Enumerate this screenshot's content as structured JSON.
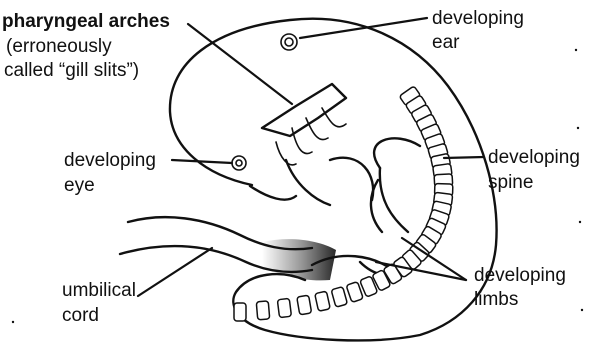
{
  "labels": {
    "arches_line1": "pharyngeal arches",
    "arches_line2": "(erroneously",
    "arches_line3": "called “gill slits”)",
    "ear_line1": "developing",
    "ear_line2": "ear",
    "eye_line1": "developing",
    "eye_line2": "eye",
    "spine_line1": "developing",
    "spine_line2": "spine",
    "cord_line1": "umbilical",
    "cord_line2": "cord",
    "limbs_line1": "developing",
    "limbs_line2": "limbs"
  }
}
